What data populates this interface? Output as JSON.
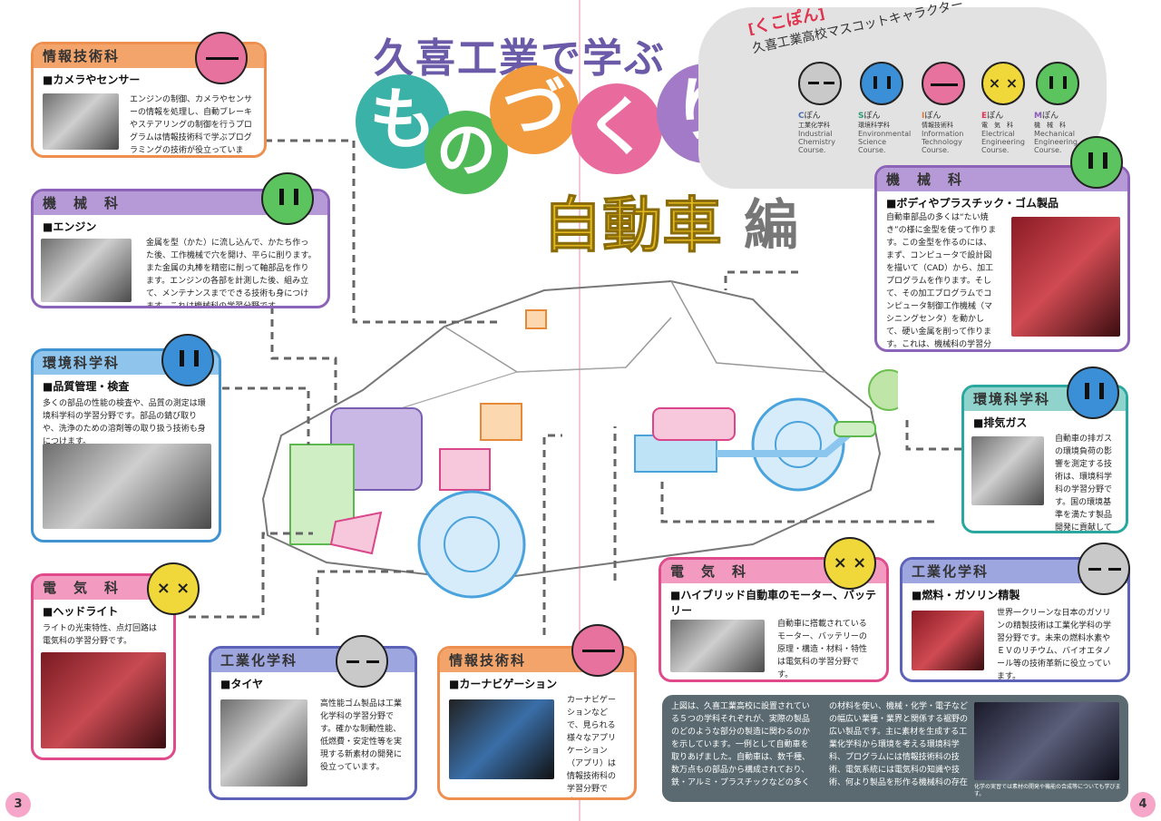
{
  "title": {
    "line1": "久喜工業で学ぶ",
    "chars": [
      "も",
      "の",
      "づ",
      "く",
      "り"
    ],
    "line3a": "自動車",
    "line3b": "編"
  },
  "colors": {
    "info": "#f2a46a",
    "mech": "#b69ad7",
    "env": "#8fc4ec",
    "elec": "#f39ac0",
    "chem": "#2aa8a0",
    "bubble_teal": "#3bb2a7",
    "bubble_orange": "#f19a3e",
    "bubble_pink": "#e96b9e",
    "bubble_green": "#4fb857",
    "bubble_purple": "#a27ac7"
  },
  "mascots": {
    "header_kana": "くこぽん",
    "header_rest": "久喜工業高校マスコットキャラクター",
    "items": [
      {
        "code": "C",
        "suffix": "ぽん",
        "dept": "工業化学科",
        "en": "Industrial Chemistry Course."
      },
      {
        "code": "S",
        "suffix": "ぽん",
        "dept": "環境科学科",
        "en": "Environmental Science Course."
      },
      {
        "code": "I",
        "suffix": "ぽん",
        "dept": "情報技術科",
        "en": "Information Technology Course."
      },
      {
        "code": "E",
        "suffix": "ぽん",
        "dept": "電　気　科",
        "en": "Electrical Engineering Course."
      },
      {
        "code": "M",
        "suffix": "ぽん",
        "dept": "機　械　科",
        "en": "Mechanical Engineering Course."
      }
    ]
  },
  "cards": {
    "info1": {
      "head": "情報技術科",
      "sub": "■カメラやセンサー",
      "body": "エンジンの制御、カメラやセンサーの情報を処理し、自動ブレーキやステアリングの制御を行うプログラムは情報技術科で学ぶプログラミングの技術が役立っています。"
    },
    "mech1": {
      "head": "機　械　科",
      "sub": "■エンジン",
      "body": "金属を型（かた）に流し込んで、かたち作った後、工作機械で穴を開け、平らに削ります。また金属の丸棒を精密に削って軸部品を作ります。エンジンの各部を計測した後、組み立て、メンテナンスまでできる技術も身につけます。これは機械科の学習分野です。"
    },
    "env1": {
      "head": "環境科学科",
      "sub": "■品質管理・検査",
      "body": "多くの部品の性能の検査や、品質の測定は環境科学科の学習分野です。部品の錆び取りや、洗浄のための溶剤等の取り扱う技術も身につけます。"
    },
    "elec1": {
      "head": "電　気　科",
      "sub": "■ヘッドライト",
      "body": "ライトの光束特性、点灯回路は電気科の学習分野です。"
    },
    "chem1": {
      "head": "工業化学科",
      "sub": "■タイヤ",
      "body": "高性能ゴム製品は工業化学科の学習分野です。確かな制動性能、低燃費・安定性等を実現する新素材の開発に役立っています。"
    },
    "info2": {
      "head": "情報技術科",
      "sub": "■カーナビゲーション",
      "body": "カーナビゲーションなどで、見られる様々なアプリケーション（アプリ）は情報技術科の学習分野です。"
    },
    "mech2": {
      "head": "機　械　科",
      "sub": "■ボディやプラスチック・ゴム製品",
      "body": "自動車部品の多くは“たい焼き”の様に金型を使って作ります。この金型を作るのには、まず、コンピュータで設計図を描いて（CAD）から、加工プログラムを作ります。そして、その加工プログラムでコンピュータ制御工作機械（マシニングセンタ）を動かして、硬い金属を削って作ります。これは、機械科の学習分野です。"
    },
    "env2": {
      "head": "環境科学科",
      "sub": "■排気ガス",
      "body": "自動車の排ガスの環境負荷の影響を測定する技術は、環境科学科の学習分野です。国の環境基準を満たす製品開発に貢献しています。"
    },
    "elec2": {
      "head": "電　気　科",
      "sub": "■ハイブリッド自動車のモーター、バッテリー",
      "body": "自動車に搭載されているモーター、バッテリーの原理・構造・材料・特性は電気科の学習分野です。"
    },
    "chem2": {
      "head": "工業化学科",
      "sub": "■燃料・ガソリン精製",
      "body": "世界一クリーンな日本のガソリンの精製技術は工業化学科の学習分野です。未来の燃料水素やＥＶのリチウム、バイオエタノール等の技術革新に役立っています。"
    }
  },
  "summary": {
    "text": "上図は、久喜工業高校に設置されている５つの学科それぞれが、実際の製品のどのような部分の製造に関わるのかを示しています。一例として自動車を取りあげました。自動車は、数千種、数万点もの部品から構成されており、鉄・アルミ・プラスチックなどの多くの材料を使い、機械・化学・電子などの幅広い業種・業界と関係する裾野の広い製品です。主に素材を生成する工業化学科から環境を考える環境科学科、プログラムには情報技術科の技術、電気系統には電気科の知識や技術、何より製品を形作る機械科の存在は欠かせません。久喜工業高校のそれぞれの学びは製品作りに欠かせません。",
    "caption": "化学の実習では素材の開発や機能の合成等についても学びます。"
  },
  "pages": {
    "left": "3",
    "right": "4"
  }
}
